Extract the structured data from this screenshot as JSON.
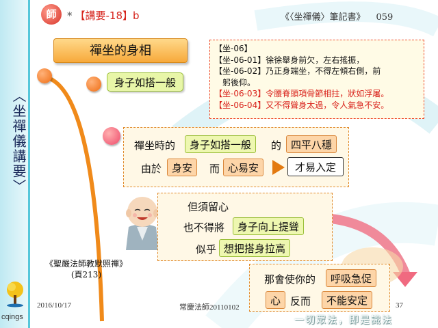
{
  "sidebar": {
    "vertical_title": "〈坐禪儀講要〉",
    "logo_text": "cqings"
  },
  "header": {
    "badge": "師",
    "star": "*",
    "title": "【講要-18】b",
    "book": "《〈坐禪儀〉筆記書》",
    "page": "059"
  },
  "section": {
    "title": "禪坐的身相",
    "sub_pill": "身子如搭一般"
  },
  "reference": {
    "lines": [
      {
        "text": "【坐-06】",
        "color": "black"
      },
      {
        "text": "【坐-06-01】徐徐舉身前欠，左右搖振，",
        "color": "black"
      },
      {
        "text": "【坐-06-02】乃正身端坐，不得左傾右側，前",
        "color": "black"
      },
      {
        "text": "躬後仰。",
        "color": "black"
      },
      {
        "text": "【坐-06-03】令腰脊頭項骨節相拄，狀如浮屠。",
        "color": "red"
      },
      {
        "text": "【坐-06-04】又不得聳身太過，令人氣急不安。",
        "color": "red"
      }
    ]
  },
  "panel1": {
    "t1": "禪坐時的",
    "b1": "身子如搭一般",
    "t2": "的",
    "b2": "四平八穩",
    "t3": "由於",
    "b3": "身安",
    "t4": "而",
    "b4": "心易安",
    "result": "才易入定"
  },
  "panel2": {
    "line1": "但須留心",
    "t1": "也不得將",
    "b1": "身子向上提聳",
    "t2": "似乎",
    "b2": "想把搭身拉高"
  },
  "panel3": {
    "t1": "那會使你的",
    "b1": "呼吸急促",
    "b2": "心",
    "t2": "反而",
    "b3": "不能安定"
  },
  "source": {
    "line1": "《聖嚴法師教默照禪》",
    "line2": "(頁213)"
  },
  "footer": {
    "date": "2016/10/17",
    "author": "常慶法師20110102",
    "slide": "37",
    "motto": "一切眾法，即是識法"
  },
  "colors": {
    "title_red": "#d6241c",
    "accent_orange": "#f7a93b",
    "pill_green": "#e8f6a8",
    "band_cyan": "#56c7da"
  }
}
